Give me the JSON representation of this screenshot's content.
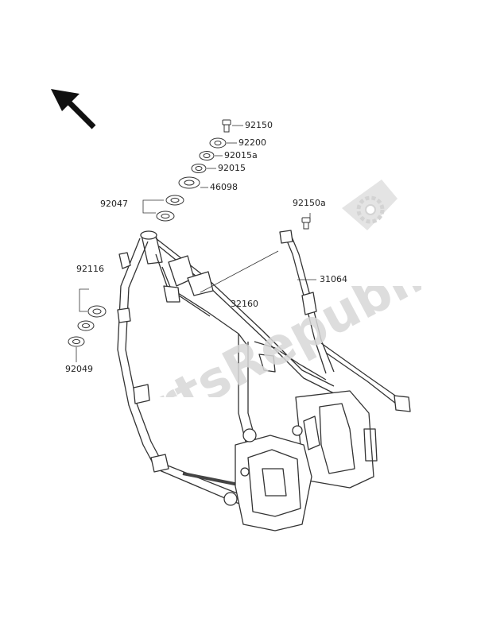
{
  "diagram": {
    "watermark_text": "PartsRepublik",
    "watermark_color": "#dcdcdc",
    "line_color": "#333333",
    "part_labels": {
      "p92150": "92150",
      "p92200": "92200",
      "p92015a": "92015a",
      "p92015": "92015",
      "p46098": "46098",
      "p92047": "92047",
      "p92150a": "92150a",
      "p31064": "31064",
      "p92116": "92116",
      "p32160": "32160",
      "p92049": "92049"
    }
  }
}
